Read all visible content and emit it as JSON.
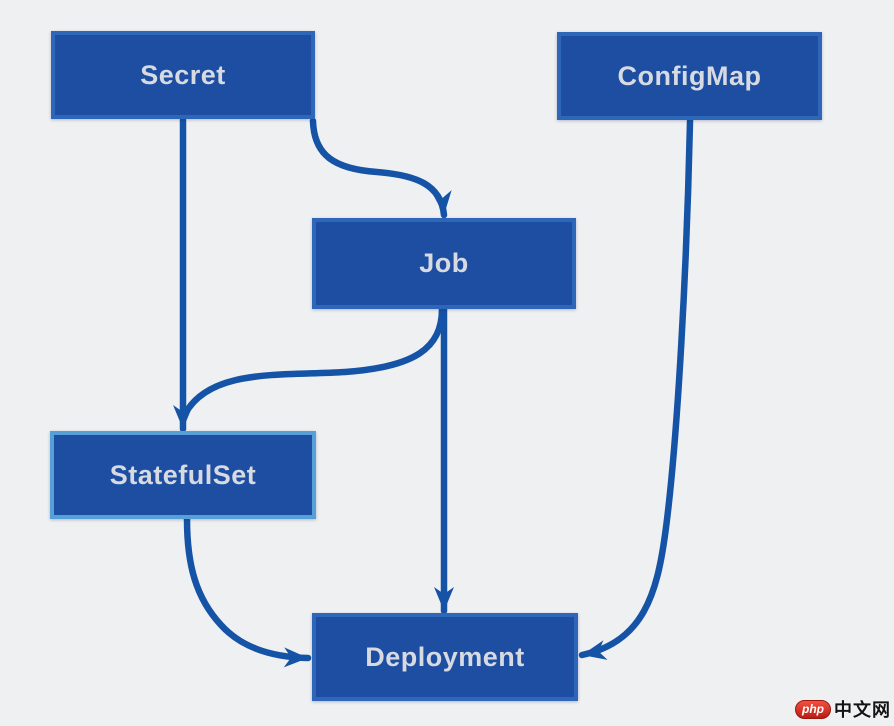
{
  "diagram": {
    "type": "flowchart",
    "topic": "Kubernetes resource dependencies",
    "nodes": [
      {
        "id": "secret",
        "label": "Secret"
      },
      {
        "id": "configmap",
        "label": "ConfigMap"
      },
      {
        "id": "job",
        "label": "Job"
      },
      {
        "id": "statefulset",
        "label": "StatefulSet"
      },
      {
        "id": "deployment",
        "label": "Deployment"
      }
    ],
    "edges": [
      {
        "from": "Secret",
        "to": "Job"
      },
      {
        "from": "Secret",
        "to": "StatefulSet"
      },
      {
        "from": "Job",
        "to": "StatefulSet"
      },
      {
        "from": "Job",
        "to": "Deployment"
      },
      {
        "from": "StatefulSet",
        "to": "Deployment"
      },
      {
        "from": "ConfigMap",
        "to": "Deployment"
      }
    ],
    "colors": {
      "background": "#eff0f2",
      "node_fill": "#1d4ea2",
      "node_border": "#2e66ba",
      "node_border_highlight": "#56a0d7",
      "node_text": "#d7dae1",
      "arrow": "#1553a6"
    }
  },
  "watermark": {
    "logo_text": "php",
    "site_text": "中文网",
    "logo_color": "#d6281e"
  }
}
